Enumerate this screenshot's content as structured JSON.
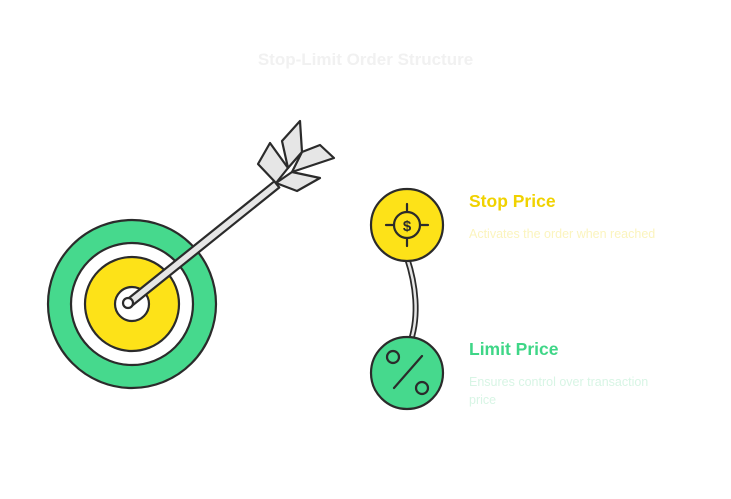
{
  "title": "Stop-Limit Order Structure",
  "items": [
    {
      "title": "Stop Price",
      "description": "Activates the order when reached",
      "icon": "dollar-target-icon",
      "color": "#fde218"
    },
    {
      "title": "Limit Price",
      "description": "Ensures control over transaction price",
      "icon": "percent-icon",
      "color": "#46d98d"
    }
  ],
  "colors": {
    "yellow": "#fde218",
    "green": "#46d98d",
    "outline": "#2b2b2b",
    "arrow_fill": "#e6e6e6"
  }
}
